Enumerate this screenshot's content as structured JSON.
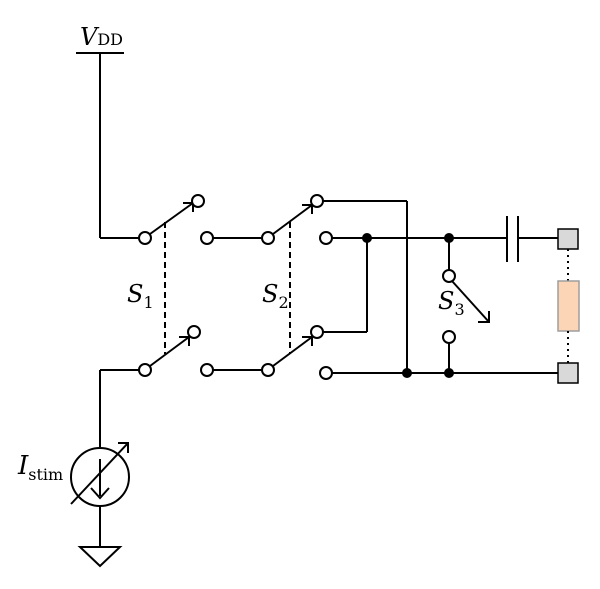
{
  "labels": {
    "vdd": {
      "main": "V",
      "sub": "DD"
    },
    "s1": {
      "main": "S",
      "sub": "1"
    },
    "s2": {
      "main": "S",
      "sub": "2"
    },
    "s3": {
      "main": "S",
      "sub": "3"
    },
    "istim": {
      "main": "I",
      "sub": "stim"
    }
  },
  "colors": {
    "wire": "#000000",
    "terminal_fill": "#d9d9d9",
    "resistor_fill": "#fbd5b5",
    "resistor_stroke": "#9e9e9e"
  }
}
